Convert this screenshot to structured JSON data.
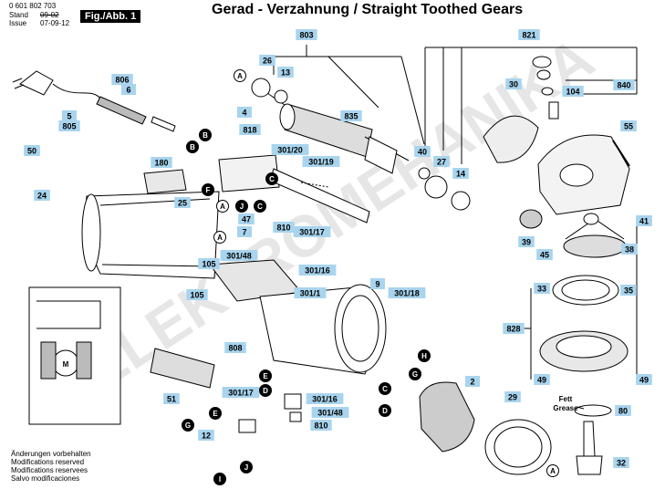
{
  "header": {
    "part_no": "0 601 802 703",
    "stand_label": "Stand",
    "stand_value": "09-02",
    "issue_label": "Issue",
    "issue_value": "07-09-12",
    "fig": "Fig./Abb. 1",
    "title": "Gerad - Verzahnung / Straight Toothed Gears"
  },
  "footer": [
    "Änderungen vorbehalten",
    "Modifications reserved",
    "Modifications reservees",
    "Salvo modificaciones"
  ],
  "watermark": "ELEKTROMEHANIKA",
  "grease_label": [
    "Fett",
    "Grease"
  ],
  "schematic_label": "Motor",
  "parts": [
    "803",
    "821",
    "26",
    "13",
    "806",
    "6",
    "5",
    "805",
    "4",
    "818",
    "301/20",
    "301/19",
    "835",
    "40",
    "27",
    "14",
    "30",
    "104",
    "840",
    "55",
    "50",
    "24",
    "180",
    "25",
    "47",
    "7",
    "810",
    "301/17",
    "301/48",
    "301/16",
    "105",
    "105",
    "301/1",
    "9",
    "301/18",
    "33",
    "35",
    "39",
    "45",
    "38",
    "41",
    "828",
    "49",
    "49",
    "808",
    "51",
    "301/17",
    "301/16",
    "301/48",
    "810",
    "12",
    "2",
    "29",
    "80",
    "32"
  ],
  "callouts": [
    "A",
    "B",
    "B",
    "F",
    "C",
    "A",
    "J",
    "C",
    "A",
    "H",
    "G",
    "E",
    "G",
    "E",
    "D",
    "C",
    "D",
    "I",
    "J",
    "A"
  ],
  "colors": {
    "label_fill": "#a8d4ee",
    "line": "#000000",
    "watermark": "#d3d3d3"
  }
}
